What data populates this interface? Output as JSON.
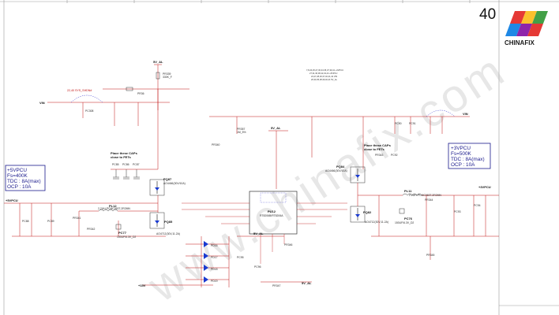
{
  "page_number": "40",
  "logo": {
    "text": "CHINAFIX",
    "colors": [
      "#e53935",
      "#fbc02d",
      "#43a047",
      "#1e88e5",
      "#8e24aa"
    ]
  },
  "watermark": "www.chinafix.com",
  "spec_boxes": {
    "left": [
      "+5VPCU",
      "Fs=400K",
      "TDC : 8A(max)",
      "OCP : 10A"
    ],
    "right": [
      "+3VPCU",
      "Fs=500K",
      "TDC : 8A(max)",
      "OCP : 10A"
    ]
  },
  "notes": {
    "caps_left": [
      "Place these CAPs",
      "close to FETs"
    ],
    "caps_right": [
      "Place these CAPs",
      "close to FETs"
    ]
  },
  "rails": {
    "v5_al_top": "5V_AL",
    "v5_al_mid": "5V_AL",
    "v5_al_low": "5V_AL",
    "v5_al_bottom": "5V_AL",
    "vin_left": "VIN",
    "vin_right": "VIN",
    "v5pcu": "+5VPCU",
    "v3pcu": "+3VPCU",
    "v15v": "+15V",
    "sys_shdn": "22,40  SYS_SHDN#"
  },
  "ic": {
    "ref": "PU12",
    "part": "RT8206B/RT8206A"
  },
  "mosfets": [
    {
      "ref": "PQ87",
      "part": "AO4466(30V/10A)"
    },
    {
      "ref": "PQ85",
      "part": "AO4712(30V,11.2A)"
    },
    {
      "ref": "PQ84",
      "part": "AO4466(30V/10A)"
    },
    {
      "ref": "PQ82",
      "part": "AO4712(30V,11.2A)"
    }
  ],
  "inductors": [
    {
      "ref": "PL12",
      "value": "2.2UH-PCMC063T-2R2MN"
    },
    {
      "ref": "PL11",
      "value": "2.2UH-PCMC063T-2R2MN"
    }
  ],
  "capacitors_out": [
    {
      "ref": "PC77",
      "value": "150UF/6.3V_D2"
    },
    {
      "ref": "PC76",
      "value": "150UF/6.3V_D2"
    }
  ],
  "component_labels": [
    "PR339",
    "330K_F",
    "PR36",
    "PR357",
    "1M_5%",
    "PR340",
    "PC308",
    "PC85",
    "PC86",
    "PC87",
    "PC88",
    "PR341",
    "PR342",
    "PC89",
    "PC90",
    "PC91",
    "PR343",
    "PC92",
    "PC93",
    "PR344",
    "PR345",
    "PC94",
    "PD16",
    "PD17",
    "PD18",
    "PD19",
    "PC95",
    "PC96",
    "PR346",
    "PR347"
  ],
  "legend_lines": [
    "7,8,20,25,27,30,34,35,37,39,41   +3VPCU",
    "27,31,36,38,42,43,44   +5VPCU",
    "24,27,28,29,37,40,41,44   VIN",
    "26,30,35,38,39,40,41   5V_AL"
  ]
}
